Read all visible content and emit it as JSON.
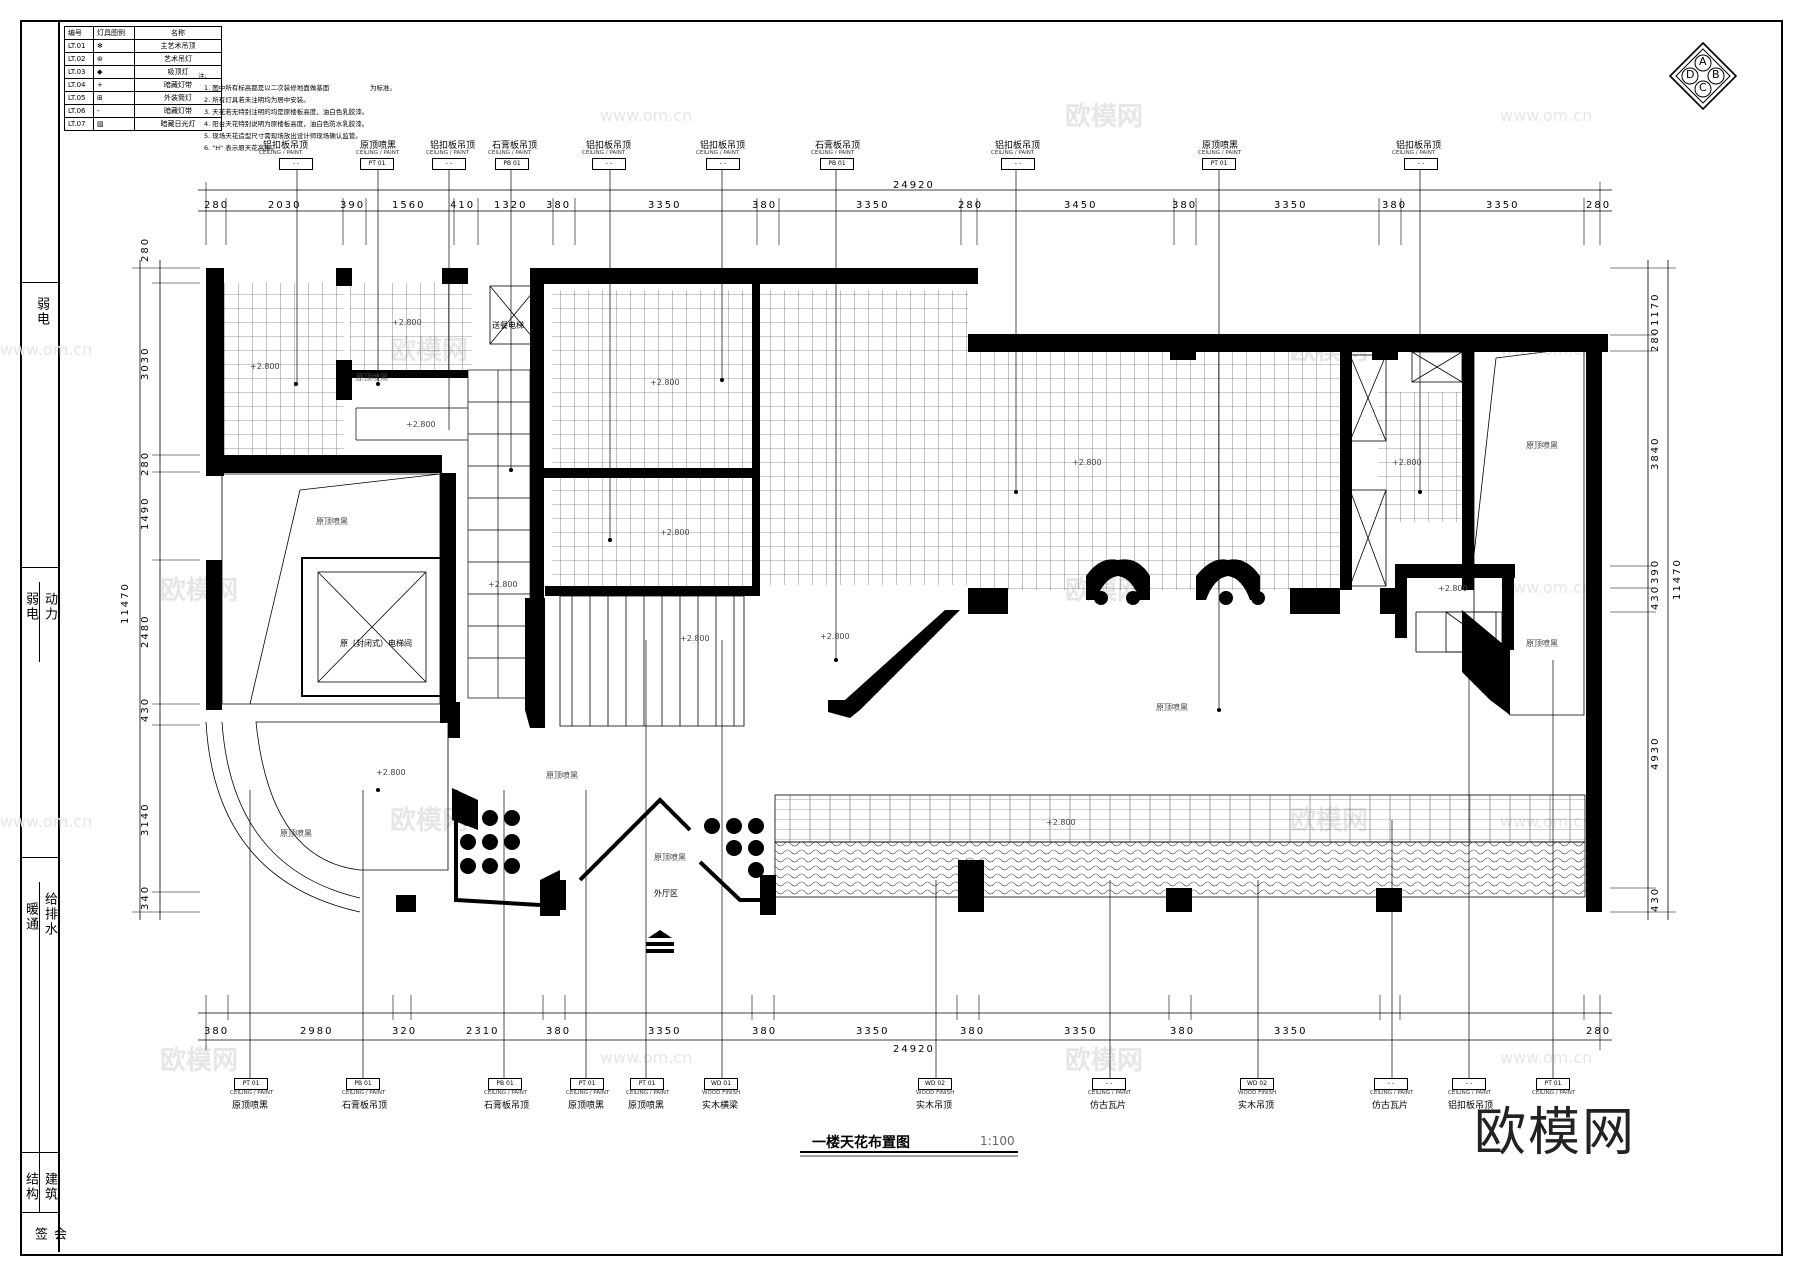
{
  "legend": {
    "headers": [
      "编号",
      "灯具图例",
      "名称"
    ],
    "rows": [
      {
        "code": "LT.01",
        "name": "主艺术吊顶"
      },
      {
        "code": "LT.02",
        "name": "艺术吊灯"
      },
      {
        "code": "LT.03",
        "name": "吸顶灯"
      },
      {
        "code": "LT.04",
        "name": "暗藏灯带"
      },
      {
        "code": "LT.05",
        "name": "外装筒灯"
      },
      {
        "code": "LT.06",
        "name": "暗藏灯带"
      },
      {
        "code": "LT.07",
        "name": "暗藏日光灯"
      }
    ]
  },
  "notes": {
    "head": "注:",
    "lines": [
      "1. 图中所有标高都是以二次装修地面做基面",
      "2. 所有灯具若未注明均为居中安装。",
      "3. 天花若无特别注明的均是原楼板高度，油白色乳胶漆。",
      "4. 阳台天花特别说明为原楼板高度，油白色防水乳胶漆。",
      "5. 现场天花造型尺寸需现场放出设计师现场确认监管。",
      "6. \"H\" 表示原天花高度。"
    ],
    "side": "为标准。"
  },
  "top_tags": [
    {
      "title": "铝扣板吊顶",
      "code": "-  -"
    },
    {
      "title": "原顶喷黑",
      "code": "PT  01"
    },
    {
      "title": "铝扣板吊顶",
      "code": "-  -"
    },
    {
      "title": "石膏板吊顶",
      "code": "PB  01"
    },
    {
      "title": "铝扣板吊顶",
      "code": "-  -"
    },
    {
      "title": "铝扣板吊顶",
      "code": "-  -"
    },
    {
      "title": "石膏板吊顶",
      "code": "PB  01"
    },
    {
      "title": "铝扣板吊顶",
      "code": "-  -"
    },
    {
      "title": "原顶喷黑",
      "code": "PT  01"
    },
    {
      "title": "铝扣板吊顶",
      "code": "-  -"
    }
  ],
  "bottom_tags": [
    {
      "title": "原顶喷黑",
      "code": "PT  01",
      "cap": "CEILING / PAINT"
    },
    {
      "title": "石膏板吊顶",
      "code": "PB  01",
      "cap": "CEILING / PAINT"
    },
    {
      "title": "石膏板吊顶",
      "code": "PB  01",
      "cap": "CEILING / PAINT"
    },
    {
      "title": "原顶喷黑",
      "code": "PT  01",
      "cap": "CEILING / PAINT"
    },
    {
      "title": "原顶喷黑",
      "code": "PT  01",
      "cap": "CEILING / PAINT"
    },
    {
      "title": "实木横梁",
      "code": "WD  01",
      "cap": "WOOD FINISH"
    },
    {
      "title": "实木吊顶",
      "code": "WD  02",
      "cap": "WOOD FINISH"
    },
    {
      "title": "仿古瓦片",
      "code": "-  -",
      "cap": "CEILING / PAINT"
    },
    {
      "title": "实木吊顶",
      "code": "WD  02",
      "cap": "WOOD FINISH"
    },
    {
      "title": "仿古瓦片",
      "code": "-  -",
      "cap": "CEILING / PAINT"
    },
    {
      "title": "铝扣板吊顶",
      "code": "-  -",
      "cap": "CEILING / PAINT"
    },
    {
      "title": "",
      "code": "PT  01",
      "cap": "CEILING / PAINT"
    }
  ],
  "top_caption": "CEILING / PAINT",
  "dimensions": {
    "overall_top": "24920",
    "overall_bottom": "24920",
    "top": [
      "280",
      "2030",
      "390",
      "1560",
      "410",
      "1320",
      "380",
      "3350",
      "380",
      "3350",
      "280",
      "3450",
      "380",
      "3350",
      "380",
      "3350",
      "280"
    ],
    "bottom": [
      "380",
      "2980",
      "320",
      "2310",
      "380",
      "3350",
      "380",
      "3350",
      "380",
      "3350",
      "380",
      "3350",
      "280"
    ],
    "left": [
      "280",
      "3030",
      "280",
      "1490",
      "2480",
      "430",
      "3140",
      "340"
    ],
    "left_total": "11470",
    "right": [
      "1170",
      "280",
      "3840",
      "390",
      "430",
      "4930",
      "430"
    ],
    "right_total": "11470"
  },
  "rooms": {
    "elevator": "原（封闭式）电梯间",
    "dumbwaiter": "送餐电梯",
    "outer_hall": "外厅区",
    "heights": [
      "+2.800",
      "+2.800",
      "+2.800",
      "+2.800",
      "+2.800",
      "+2.800",
      "+2.800",
      "+2.800",
      "+2.800",
      "+2.800",
      "+2.800",
      "+2.800",
      "+2.800"
    ],
    "paint_label": "原顶喷黑"
  },
  "sidebar": {
    "weak_elec": "弱电",
    "power": "动力",
    "weak_elec2": "弱电",
    "plumbing": "给排水",
    "hvac": "暖通",
    "arch": "建筑",
    "struct": "结构",
    "sign": "会签"
  },
  "title": {
    "text": "一楼天花布置图",
    "scale": "1:100"
  },
  "compass": [
    "A",
    "B",
    "C",
    "D"
  ],
  "watermark": {
    "brand": "欧模网",
    "url": "www.om.cn"
  }
}
